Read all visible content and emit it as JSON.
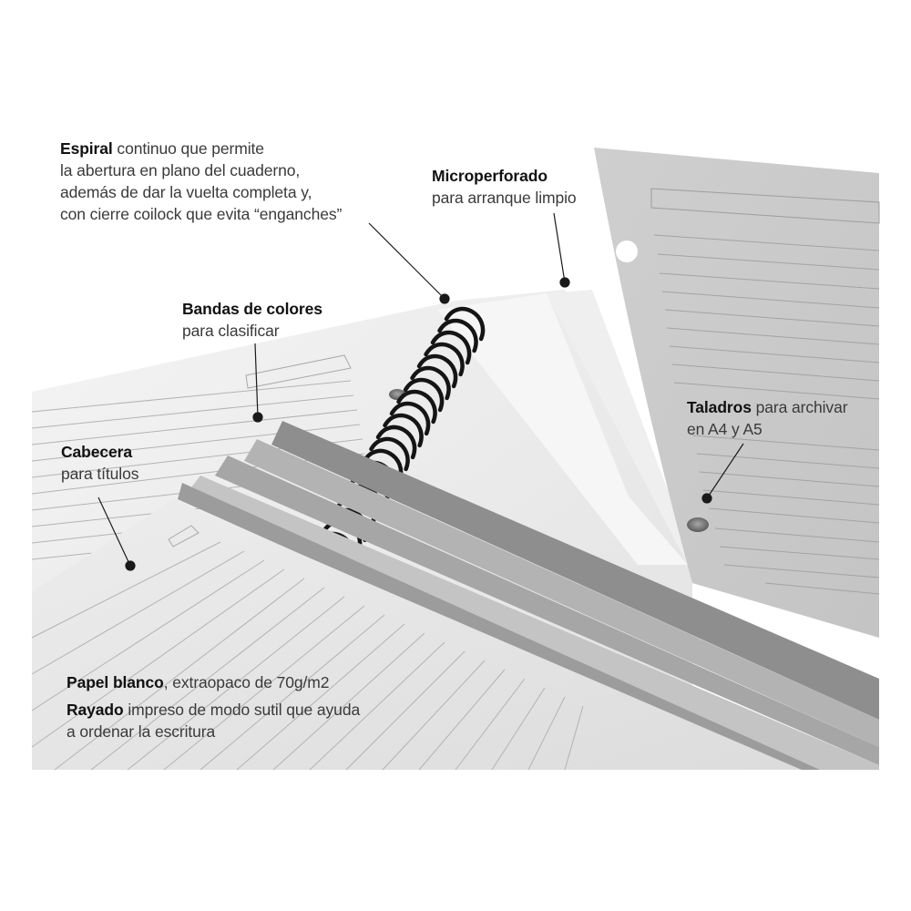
{
  "colors": {
    "background": "#ffffff",
    "text_bold": "#111111",
    "text_regular": "#3a3a3a",
    "leader_line": "#1a1a1a",
    "paper_light": "#ececec",
    "paper_gray": "#c8c8c8",
    "band_dark": "#8e8e8e",
    "band_mid": "#a9a9a9",
    "band_light": "#b9b9b9",
    "spiral": "#151515"
  },
  "callouts": {
    "espiral": {
      "bold": "Espiral",
      "rest": " continuo que permite",
      "lines": [
        "la abertura en plano del cuaderno,",
        "además de dar la vuelta completa y,",
        "con cierre coilock que evita “enganches”"
      ]
    },
    "microperforado": {
      "bold": "Microperforado",
      "lines": [
        "para arranque limpio"
      ]
    },
    "bandas": {
      "bold": "Bandas de colores",
      "lines": [
        "para clasificar"
      ]
    },
    "taladros": {
      "bold": "Taladros",
      "rest": " para archivar",
      "lines": [
        "en A4 y A5"
      ]
    },
    "cabecera": {
      "bold": "Cabecera",
      "lines": [
        "para títulos"
      ]
    },
    "papel": {
      "bold": "Papel blanco",
      "rest": ", extraopaco de 70g/m2"
    },
    "rayado": {
      "bold": "Rayado",
      "rest": " impreso de modo sutil que ayuda",
      "lines": [
        "a ordenar la escritura"
      ]
    }
  },
  "illustration": {
    "icon": "spiral-notebook-illustration",
    "spiral_coils": 20,
    "punch_holes": 4
  }
}
